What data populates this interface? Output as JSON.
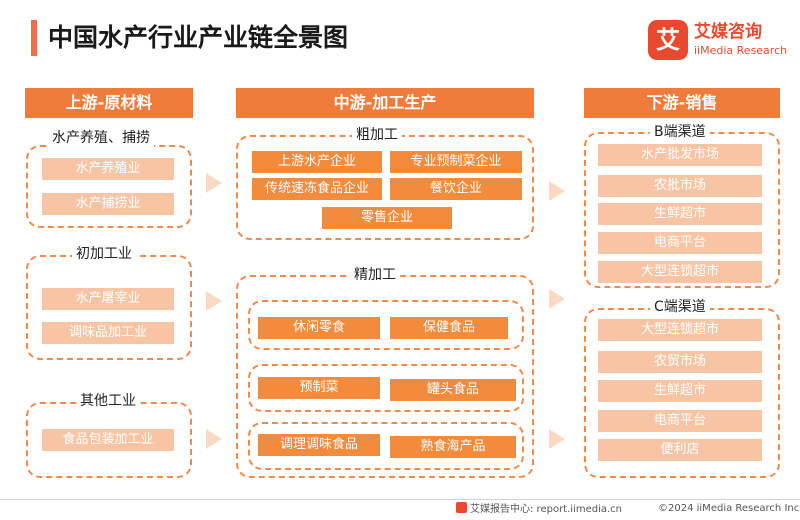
{
  "page": {
    "title": "中国水产行业产业链全景图",
    "accent_color": "#f07c3c"
  },
  "logo": {
    "mark_icon": "ai-mei-logo-icon",
    "mark_glyph": "艾",
    "name_cn": "艾媒咨询",
    "name_en": "iiMedia Research"
  },
  "columns": {
    "upstream": {
      "header": "上游-原材料"
    },
    "midstream": {
      "header": "中游-加工生产"
    },
    "downstream": {
      "header": "下游-销售"
    }
  },
  "upstream": {
    "groups": [
      {
        "label": "水产养殖、捕捞",
        "items": [
          "水产养殖业",
          "水产捕捞业"
        ]
      },
      {
        "label": "初加工业",
        "items": [
          "水产屠宰业",
          "调味品加工业"
        ]
      },
      {
        "label": "其他工业",
        "items": [
          "食品包装加工业"
        ]
      }
    ]
  },
  "midstream": {
    "rough": {
      "label": "粗加工",
      "items": [
        "上游水产企业",
        "专业预制菜企业",
        "传统速冻食品企业",
        "餐饮企业",
        "零售企业"
      ]
    },
    "fine": {
      "label": "精加工",
      "rows": [
        [
          "休闲零食",
          "保健食品"
        ],
        [
          "预制菜",
          "罐头食品"
        ],
        [
          "调理调味食品",
          "熟食海产品"
        ]
      ]
    }
  },
  "downstream": {
    "b_channel": {
      "label": "B端渠道",
      "items": [
        "水产批发市场",
        "农批市场",
        "生鲜超市",
        "电商平台",
        "大型连锁超市"
      ]
    },
    "c_channel": {
      "label": "C端渠道",
      "items": [
        "大型连锁超市",
        "农贸市场",
        "生鲜超市",
        "电商平台",
        "便利店"
      ]
    }
  },
  "flow_arrows": {
    "icon": "flow-arrow-icon"
  },
  "footer": {
    "icon": "ai-mei-small-logo-icon",
    "source": "艾媒报告中心: report.iimedia.cn",
    "copyright": "©2024  iiMedia Research  Inc"
  }
}
